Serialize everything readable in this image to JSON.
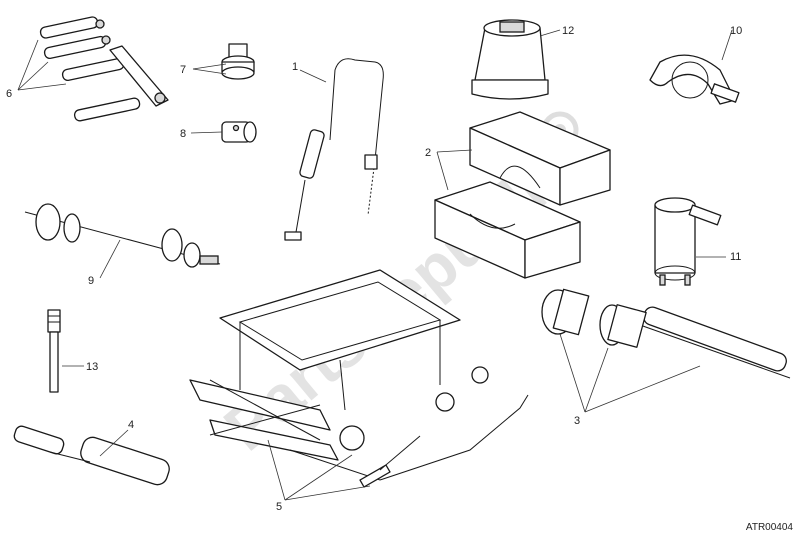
{
  "drawing": {
    "reference_code": "ATR00404",
    "watermark": "PartsRepublik"
  },
  "callouts": [
    {
      "id": "1",
      "label": "1"
    },
    {
      "id": "2",
      "label": "2"
    },
    {
      "id": "3",
      "label": "3"
    },
    {
      "id": "4",
      "label": "4"
    },
    {
      "id": "5",
      "label": "5"
    },
    {
      "id": "6",
      "label": "6"
    },
    {
      "id": "7",
      "label": "7"
    },
    {
      "id": "8",
      "label": "8"
    },
    {
      "id": "9",
      "label": "9"
    },
    {
      "id": "10",
      "label": "10"
    },
    {
      "id": "11",
      "label": "11"
    },
    {
      "id": "12",
      "label": "12"
    },
    {
      "id": "13",
      "label": "13"
    }
  ],
  "colors": {
    "line": "#1a1a1a",
    "watermark": "#e3e3e3",
    "background": "#ffffff"
  }
}
